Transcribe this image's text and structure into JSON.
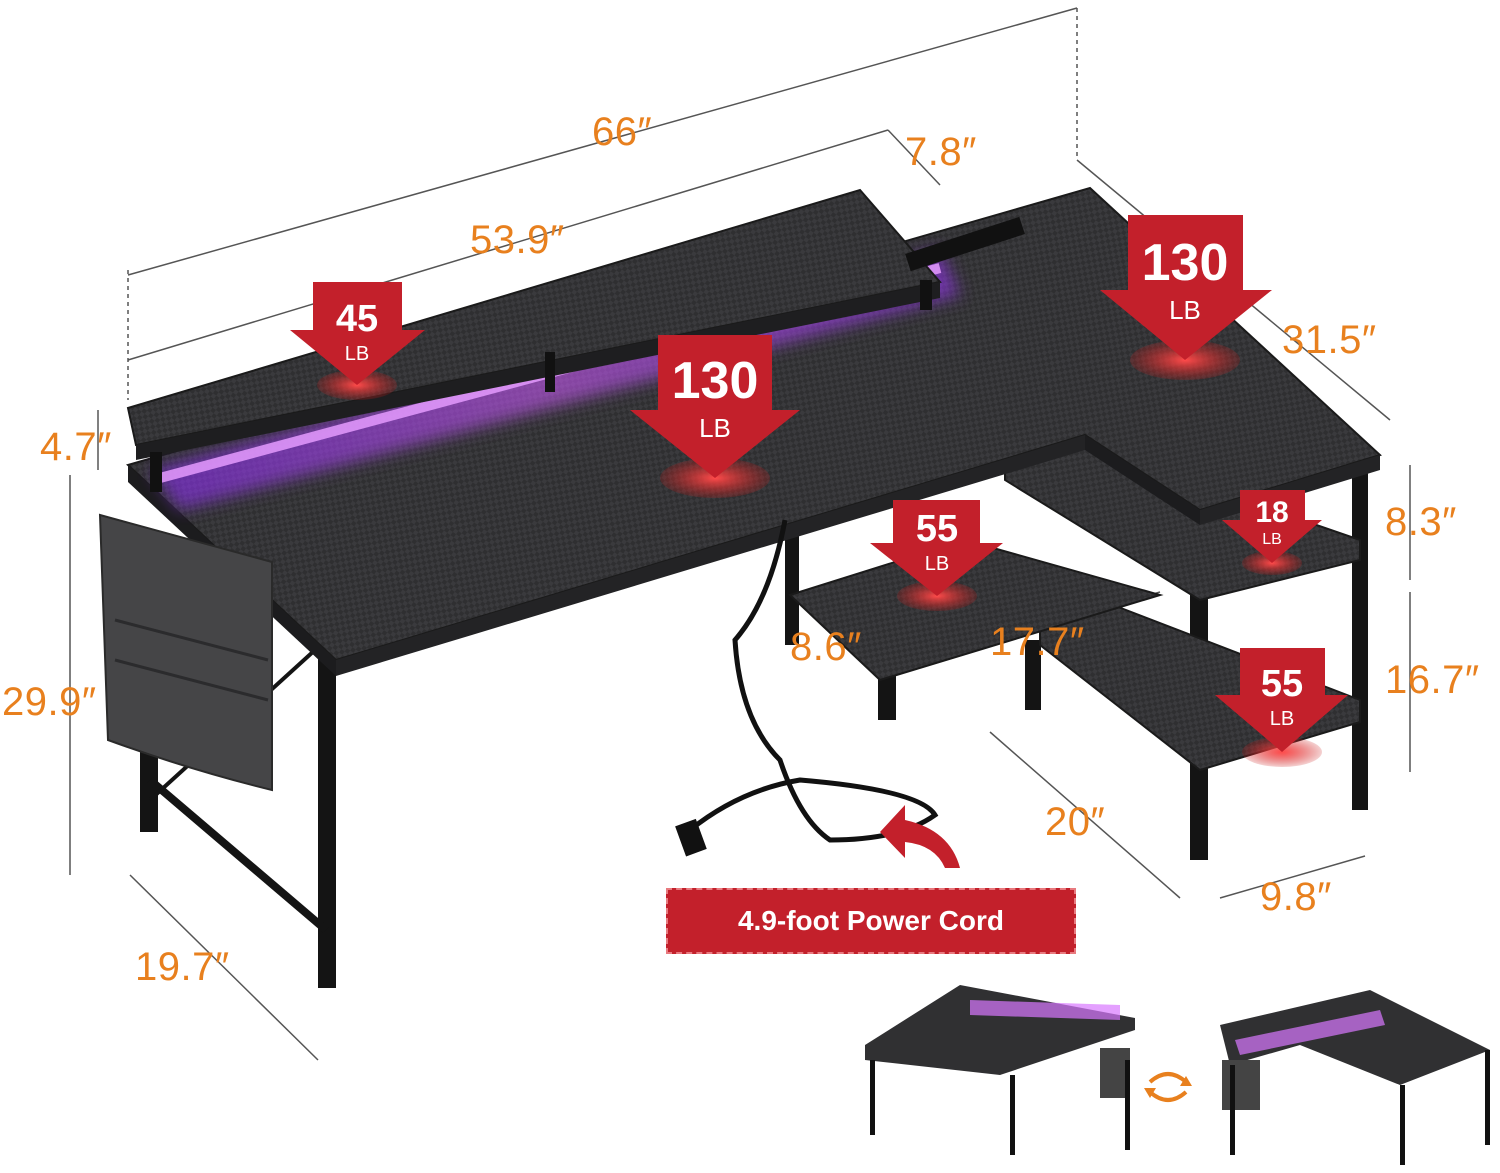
{
  "dimensions": {
    "total_width": "66″",
    "shelf_length": "53.9″",
    "riser_offset": "7.8″",
    "riser_height": "4.7″",
    "desk_height": "29.9″",
    "desk_depth": "19.7″",
    "return_length": "31.5″",
    "upper_shelf_gap": "8.3″",
    "lower_shelf_gap": "16.7″",
    "return_depth": "20″",
    "shelf_depth": "9.8″",
    "middle_shelf_depth": "8.6″",
    "middle_shelf_width": "17.7″"
  },
  "load_badges": [
    {
      "id": "monitor-shelf",
      "value": "45",
      "unit": "LB"
    },
    {
      "id": "main-desktop",
      "value": "130",
      "unit": "LB"
    },
    {
      "id": "return-desktop",
      "value": "130",
      "unit": "LB"
    },
    {
      "id": "middle-shelf",
      "value": "55",
      "unit": "LB"
    },
    {
      "id": "upper-side-shelf",
      "value": "18",
      "unit": "LB"
    },
    {
      "id": "lower-side-shelf",
      "value": "55",
      "unit": "LB"
    }
  ],
  "power_cord": {
    "label": "4.9-foot Power Cord"
  },
  "colors": {
    "accent_orange": "#e8801e",
    "badge_red": "#c3202b",
    "desk_dark": "#2e2e30",
    "led_purple": "#b040ff"
  }
}
